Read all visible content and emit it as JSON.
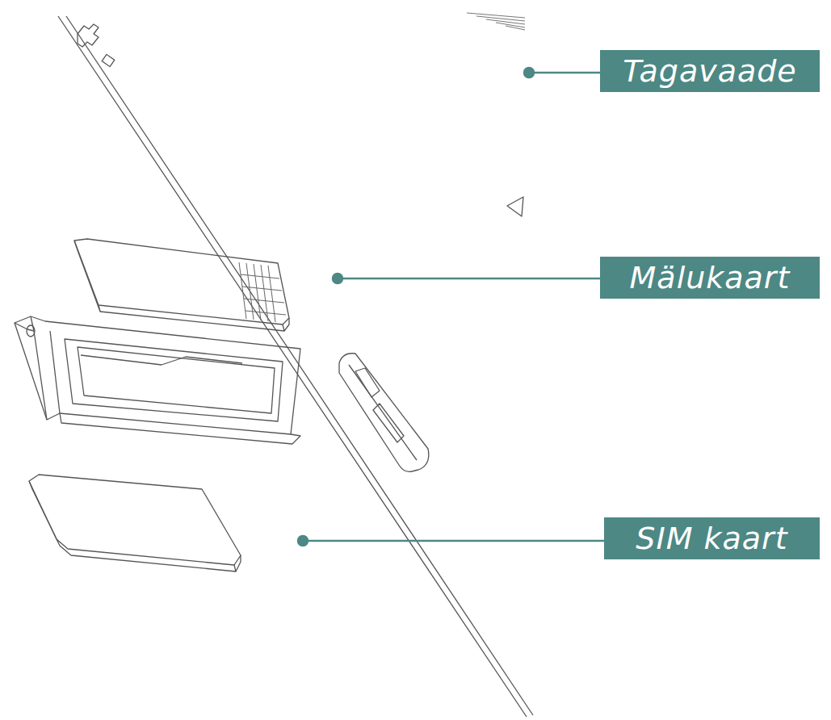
{
  "diagram": {
    "nodes": [
      {
        "text": [
          "Tagavaade"
        ]
      },
      {
        "text": [
          "Mälukaart"
        ]
      },
      {
        "text": [
          "SIM kaart"
        ]
      }
    ]
  }
}
